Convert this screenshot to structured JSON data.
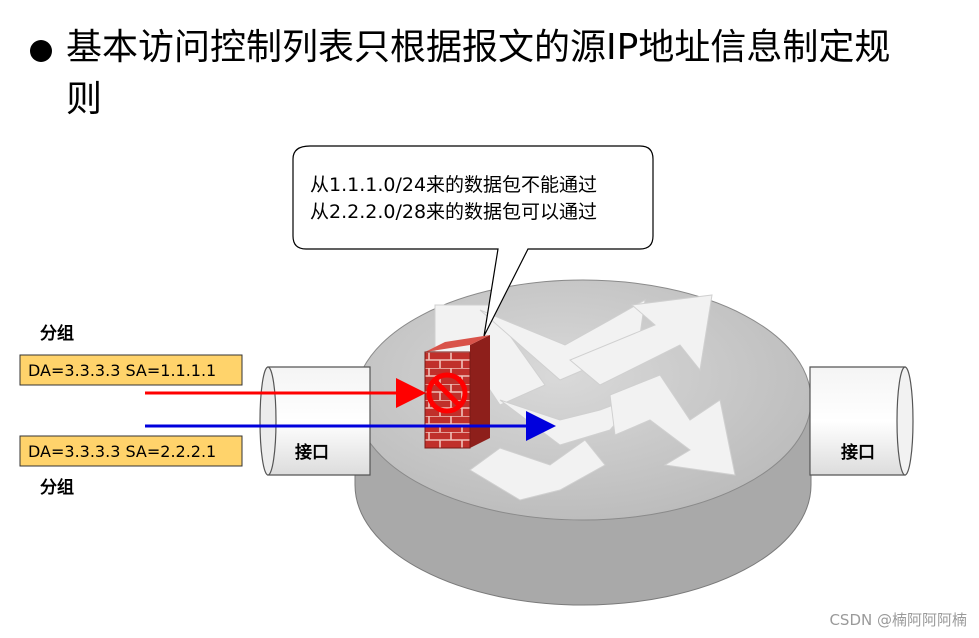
{
  "title": "基本访问控制列表只根据报文的源IP地址信息制定规则",
  "callout": {
    "line1": "从1.1.1.0/24来的数据包不能通过",
    "line2": "从2.2.2.0/28来的数据包可以通过"
  },
  "packets": {
    "top_label": "分组",
    "top_box": "DA=3.3.3.3  SA=1.1.1.1",
    "bottom_box": "DA=3.3.3.3  SA=2.2.2.1",
    "bottom_label": "分组"
  },
  "interfaces": {
    "left": "接口",
    "right": "接口"
  },
  "colors": {
    "blocked_arrow": "#ff0000",
    "allowed_arrow": "#0000dd",
    "packet_box_fill": "#ffd36b",
    "router_top": "#c9c9c9",
    "router_side": "#a8a8a8",
    "firewall_brick": "#c0302b"
  },
  "watermark": "CSDN @楠阿阿阿楠"
}
